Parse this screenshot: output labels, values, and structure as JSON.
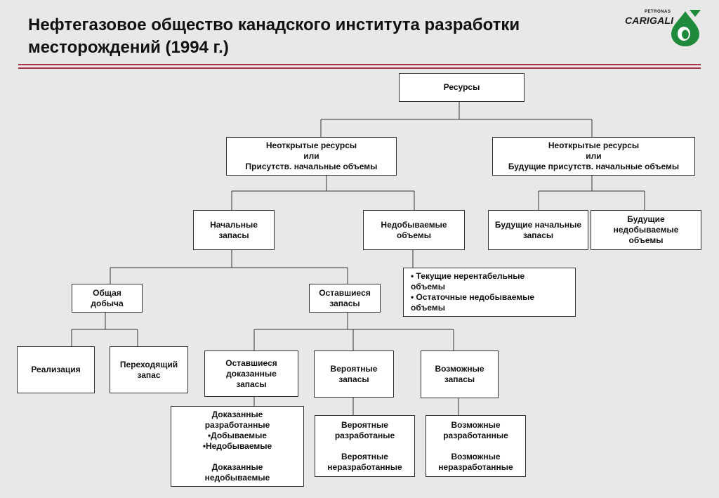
{
  "title": "Нефтегазовое общество канадского института разработки месторождений (1994 г.)",
  "logo": {
    "top": "PETRONAS",
    "main": "CARIGALI"
  },
  "colors": {
    "rule": "#b0304a",
    "logo_green": "#1f8a3c"
  },
  "nodes": {
    "resources": "Ресурсы",
    "undiscovered_initial": "Неоткрытые ресурсы\nили\nПрисутств. начальные объемы",
    "undiscovered_future": "Неоткрытые ресурсы\nили\nБудущие присутств. начальные объемы",
    "initial_reserves": "Начальные\nзапасы",
    "unrecoverable": "Недобываемые\nобъемы",
    "future_initial": "Будущие начальные\nзапасы",
    "future_unrecoverable": "Будущие\nнедобываемые\nобъемы",
    "unrecoverable_detail": "• Текущие нерентабельные\n   объемы\n• Остаточные недобываемые\n   объемы",
    "total_production": "Общая\nдобыча",
    "remaining_reserves": "Оставшиеся\nзапасы",
    "sales": "Реализация",
    "carryover": "Переходящий\nзапас",
    "remaining_proved": "Оставшиеся\nдоказанные\nзапасы",
    "probable": "Вероятные\nзапасы",
    "possible": "Возможные\nзапасы",
    "proved_detail": "Доказанные\nразработанные\n•Добываемые\n•Недобываемые\n\nДоказанные\nнедобываемые",
    "probable_detail": "Вероятные\nразработаные\n\nВероятные\nнеразработанные",
    "possible_detail": "Возможные\nразработанные\n\nВозможные\nнеразработанные"
  }
}
